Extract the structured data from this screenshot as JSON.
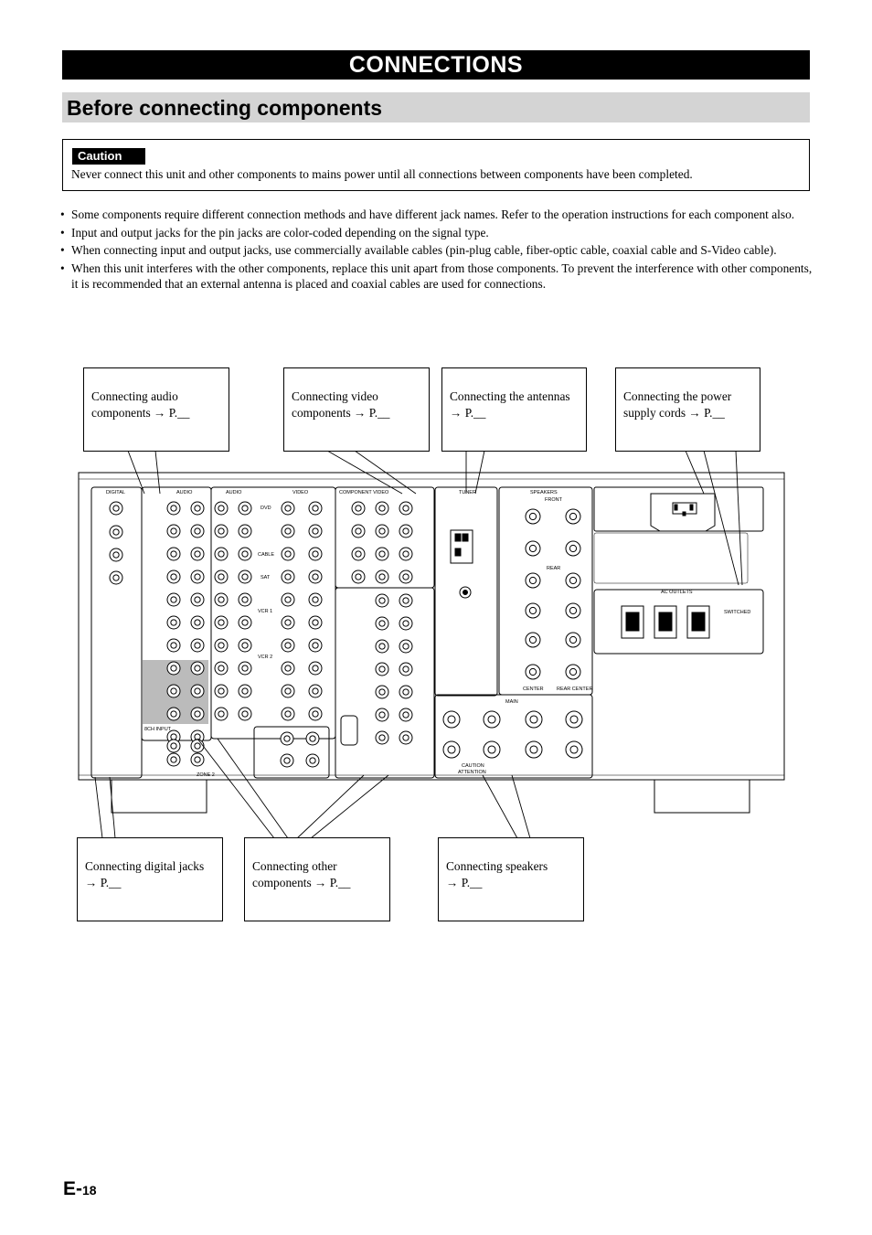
{
  "header": {
    "chapter_title": "CONNECTIONS",
    "section_title": "Before connecting components"
  },
  "caution": {
    "label": "Caution",
    "text": "Never connect this unit and other components to mains power until all connections between components have been completed."
  },
  "bullets": [
    "Some components require different connection methods and have different jack names. Refer to the operation instructions for each component also.",
    "Input and output jacks for the pin jacks are color-coded depending on the signal type.",
    "When connecting input and output jacks, use commercially available cables (pin-plug cable, fiber-optic cable, coaxial cable and S-Video cable).",
    "When this unit interferes with the other components, replace this unit apart from those components. To prevent the interference with other components, it is recommended that an external antenna is placed and coaxial cables are used for connections."
  ],
  "callouts": {
    "audio": {
      "line1": "Connecting audio",
      "line2": "components → P.__"
    },
    "video": {
      "line1": "Connecting video",
      "line2": "components → P.__"
    },
    "antennas": {
      "line1": "Connecting the antennas",
      "line2": "→ P.__"
    },
    "power": {
      "line1": "Connecting the power",
      "line2": "supply cords → P.__"
    },
    "digital": {
      "line1": "Connecting digital jacks",
      "line2": "→ P.__"
    },
    "other": {
      "line1": "Connecting other",
      "line2": "components → P.__"
    },
    "speakers": {
      "line1": "Connecting speakers",
      "line2": "→ P.__"
    }
  },
  "panel_labels": {
    "digital": "DIGITAL",
    "audio": "AUDIO",
    "video": "VIDEO",
    "component_video": "COMPONENT VIDEO",
    "tuner": "TUNER",
    "speakers": "SPEAKERS",
    "front": "FRONT",
    "rear": "REAR",
    "center": "CENTER",
    "rear_center": "REAR CENTER",
    "main": "MAIN",
    "ac_outlets": "AC OUTLETS",
    "switched": "SWITCHED",
    "dvd": "DVD",
    "cable": "CABLE",
    "sat": "SAT",
    "vcr1": "VCR 1",
    "vcr2": "VCR 2",
    "ch8_input": "8CH INPUT",
    "zone2": "ZONE 2",
    "caution": "CAUTION",
    "attention": "ATTENTION"
  },
  "page": {
    "prefix": "E-",
    "number": "18"
  }
}
